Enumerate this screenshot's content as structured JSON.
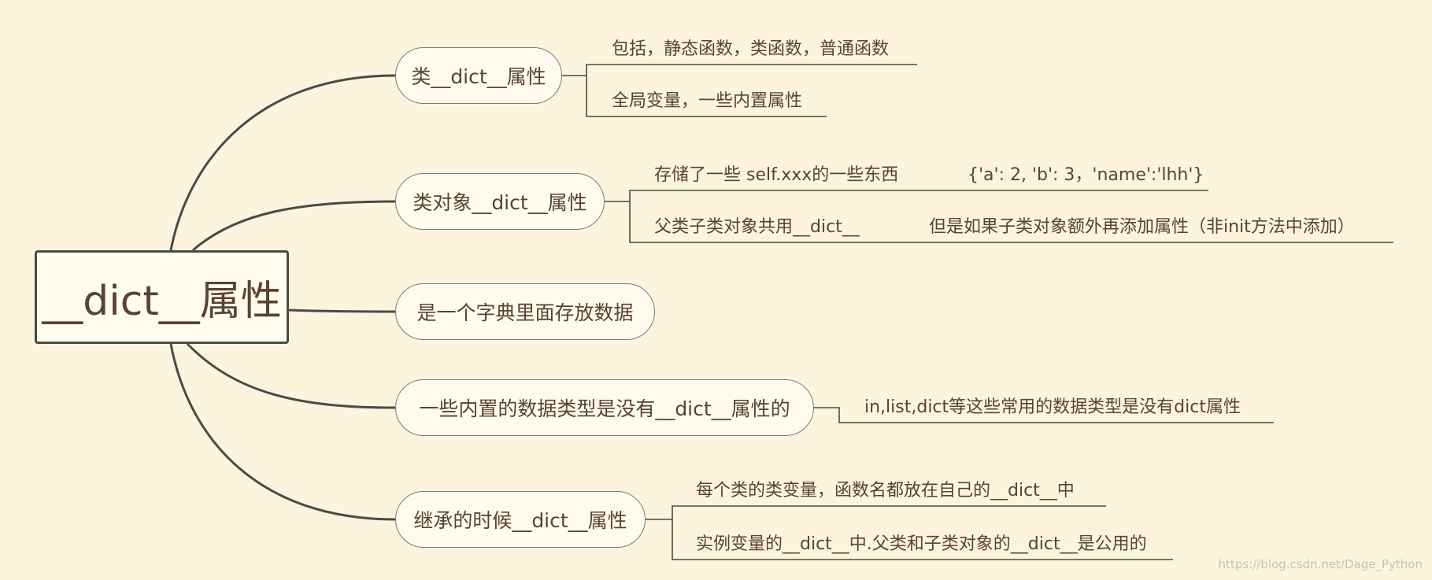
{
  "root": {
    "label": "__dict__属性"
  },
  "branches": [
    {
      "label": "类__dict__属性",
      "children": [
        {
          "text": "包括，静态函数，类函数，普通函数"
        },
        {
          "text": "全局变量，一些内置属性"
        }
      ]
    },
    {
      "label": "类对象__dict__属性",
      "children": [
        {
          "text": "存储了一些 self.xxx的一些东西",
          "child": "{'a': 2, 'b': 3，'name':'lhh'}"
        },
        {
          "text": "父类子类对象共用__dict__",
          "child": "但是如果子类对象额外再添加属性（非init方法中添加）"
        }
      ]
    },
    {
      "label": "是一个字典里面存放数据",
      "children": []
    },
    {
      "label": "一些内置的数据类型是没有__dict__属性的",
      "children": [
        {
          "text": "in,list,dict等这些常用的数据类型是没有dict属性"
        }
      ]
    },
    {
      "label": "继承的时候__dict__属性",
      "children": [
        {
          "text": "每个类的类变量，函数名都放在自己的__dict__中"
        },
        {
          "text": "实例变量的__dict__中.父类和子类对象的__dict__是公用的"
        }
      ]
    }
  ],
  "watermark": "https://blog.csdn.net/Dage_Python",
  "colors": {
    "background": "#fcf4dc",
    "line": "#4a4a4a",
    "text": "#5a4330",
    "node_fill": "#fffbee"
  }
}
